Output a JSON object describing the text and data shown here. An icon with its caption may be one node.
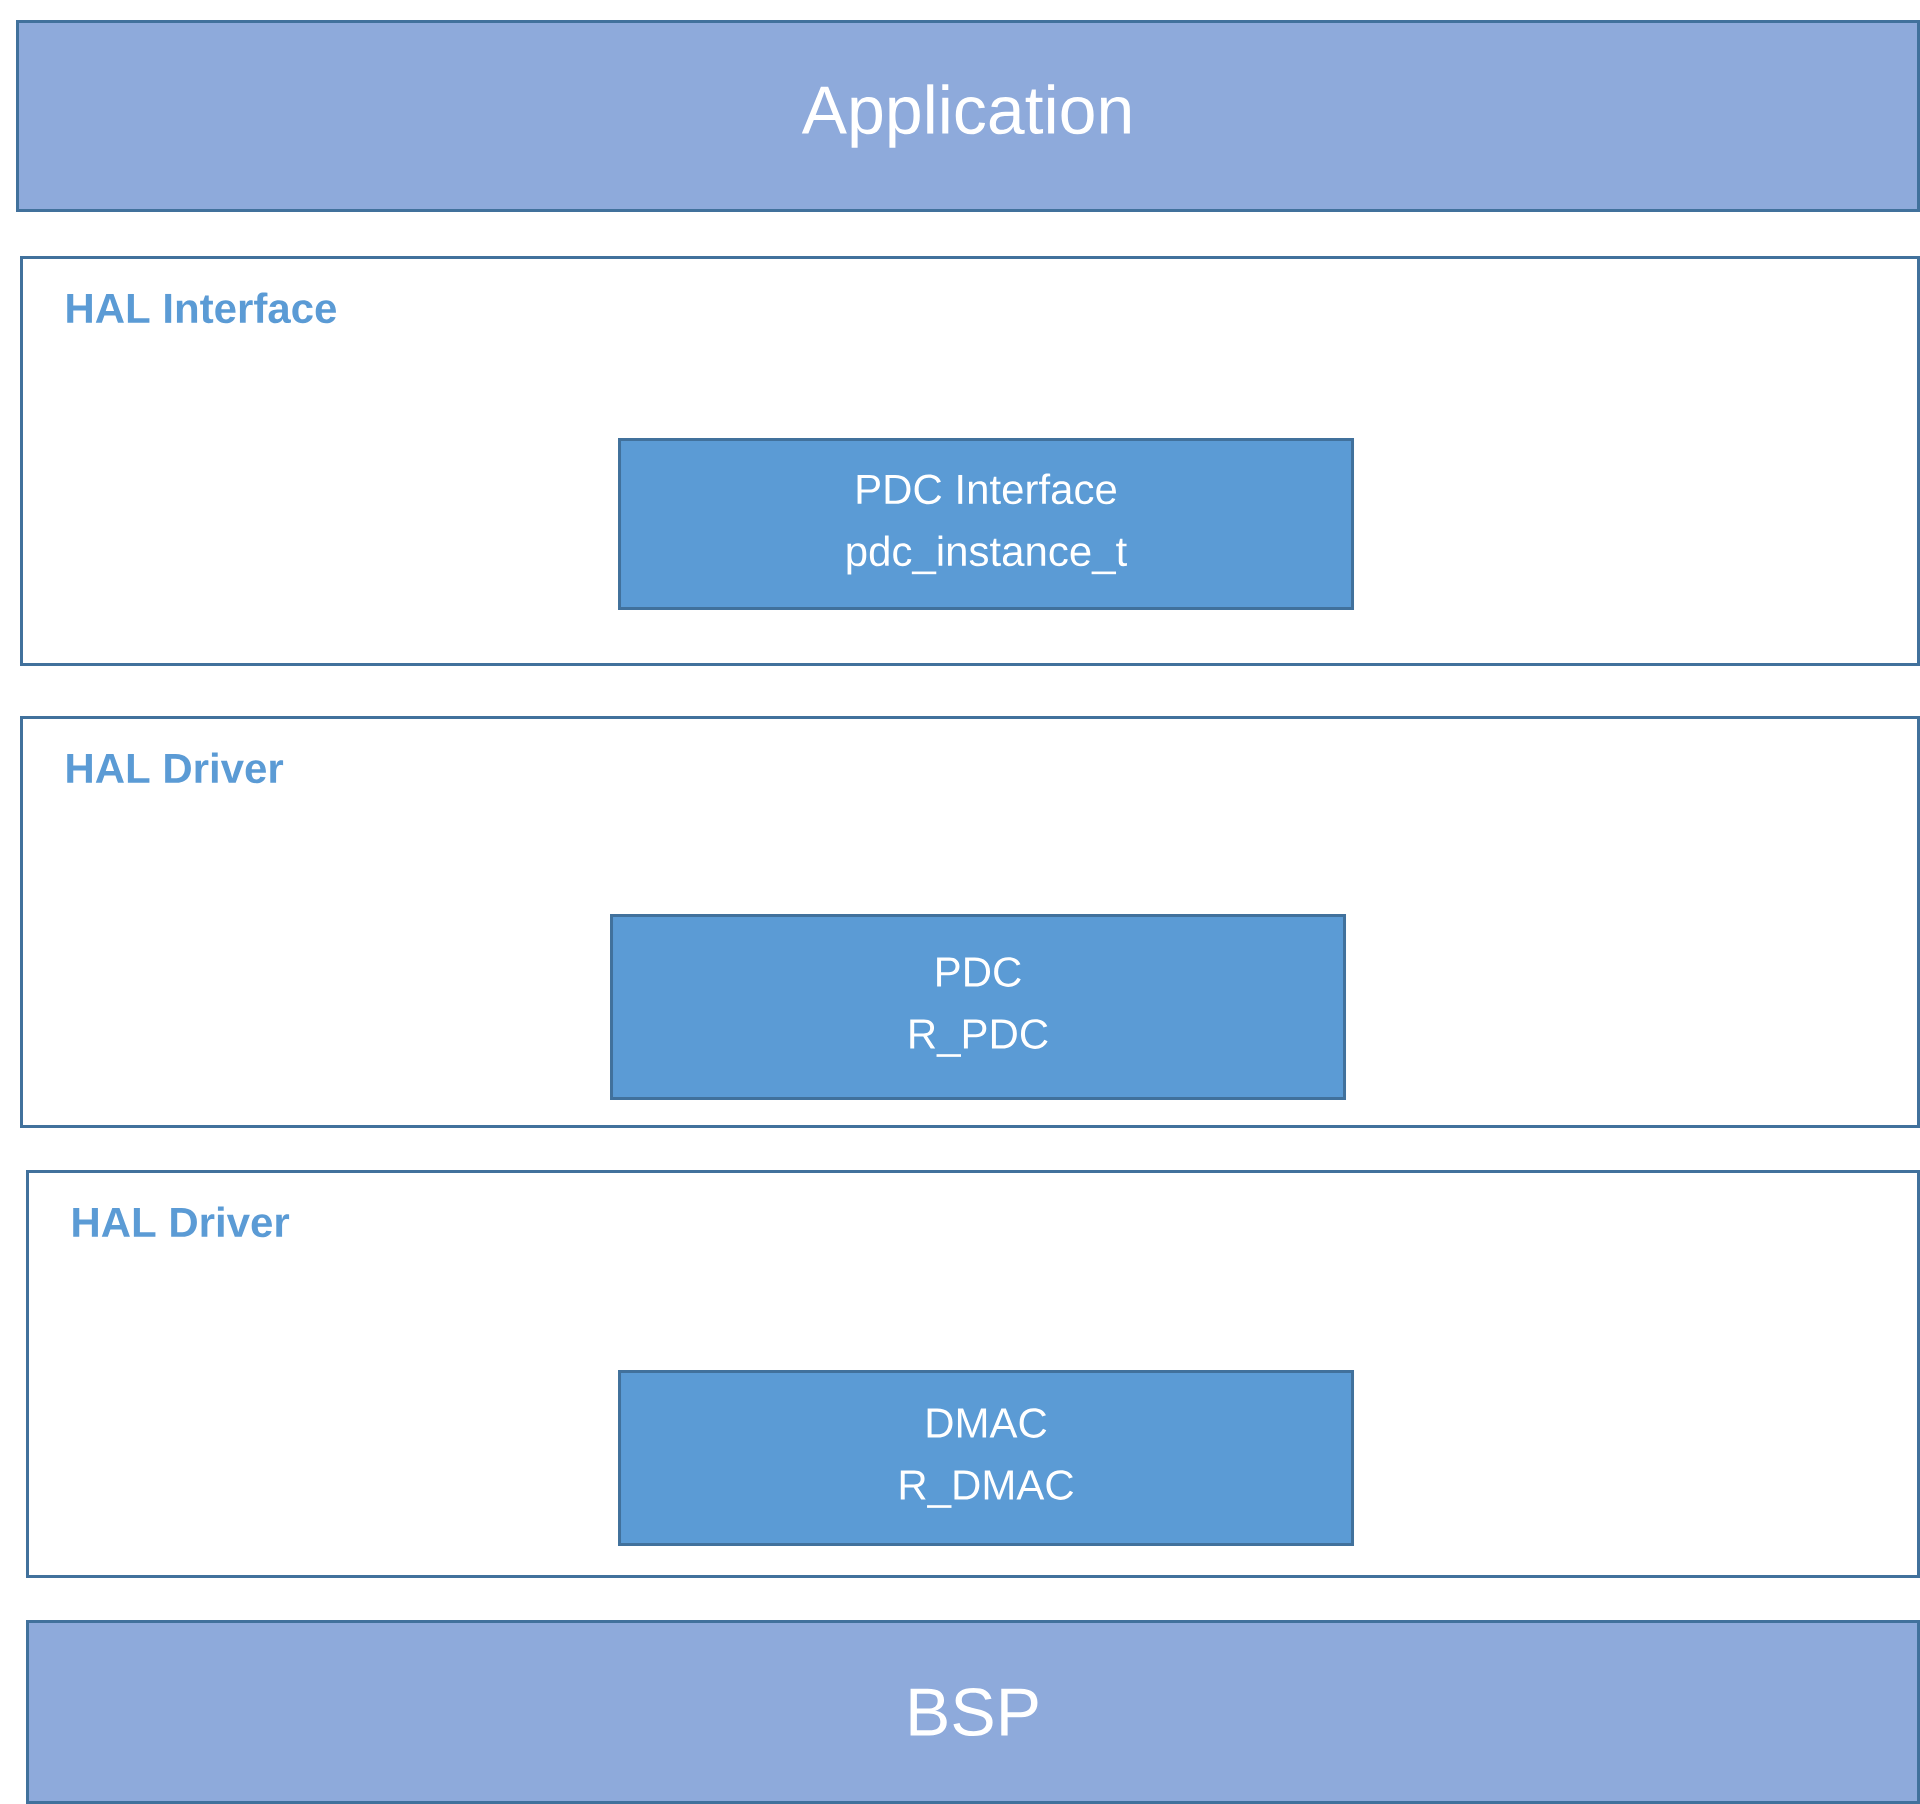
{
  "diagram": {
    "nodes": [
      {
        "text": [
          "Application"
        ]
      },
      {
        "text": [
          "HAL Interface"
        ]
      },
      {
        "text": [
          "PDC Interface",
          "pdc_instance_t"
        ],
        "in": 1
      },
      {
        "text": [
          "HAL Driver"
        ]
      },
      {
        "text": [
          "PDC",
          "R_PDC"
        ],
        "in": 3
      },
      {
        "text": [
          "HAL Driver"
        ]
      },
      {
        "text": [
          "DMAC",
          "R_DMAC"
        ],
        "in": 5
      },
      {
        "text": [
          "BSP"
        ]
      }
    ]
  }
}
